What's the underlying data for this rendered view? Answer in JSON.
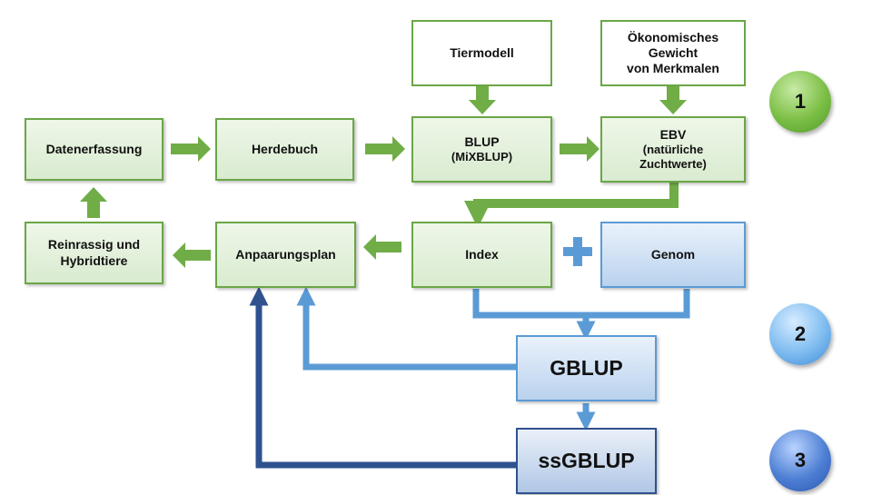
{
  "nodes": {
    "tiermodell": "Tiermodell",
    "oekonomisch": [
      "Ökonomisches",
      "Gewicht",
      "von Merkmalen"
    ],
    "datenerfassung": "Datenerfassung",
    "herdebuch": "Herdebuch",
    "blup_title": "BLUP",
    "blup_sub": "(MiXBLUP)",
    "ebv_title": "EBV",
    "ebv_sub": [
      "(natürliche",
      "Zuchtwerte)"
    ],
    "reinrassig": [
      "Reinrassig und",
      "Hybridtiere"
    ],
    "anpaarungsplan": "Anpaarungsplan",
    "index": "Index",
    "genom": "Genom",
    "gblup": "GBLUP",
    "ssgblup": "ssGBLUP"
  },
  "plus_symbol": "+",
  "circles": [
    "1",
    "2",
    "3"
  ],
  "colors": {
    "green_arrow": "#70ad47",
    "light_blue_arrow": "#5b9bd5",
    "dark_blue_arrow": "#2f528f",
    "plus": "#5b9bd5"
  }
}
